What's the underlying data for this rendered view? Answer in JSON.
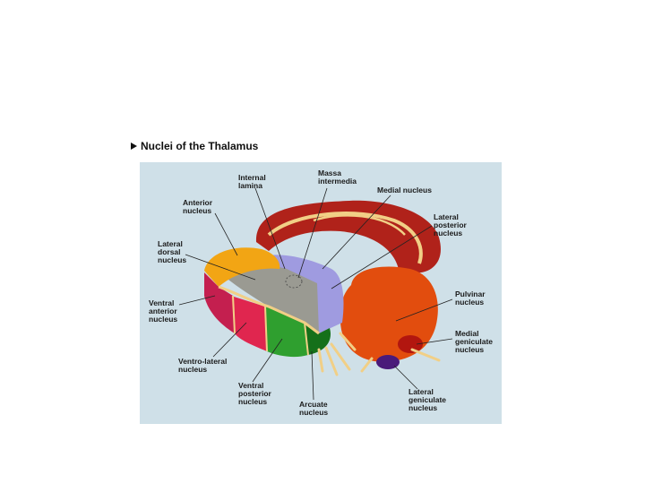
{
  "title": "Nuclei of the Thalamus",
  "labels": {
    "internal_lamina": [
      "Internal",
      "lamina"
    ],
    "massa_intermedia": [
      "Massa",
      "intermedia"
    ],
    "medial_nucleus": [
      "Medial nucleus"
    ],
    "anterior_nucleus": [
      "Anterior",
      "nucleus"
    ],
    "lateral_posterior": [
      "Lateral",
      "posterior",
      "nucleus"
    ],
    "lateral_dorsal": [
      "Lateral",
      "dorsal",
      "nucleus"
    ],
    "pulvinar": [
      "Pulvinar",
      "nucleus"
    ],
    "ventral_anterior": [
      "Ventral",
      "anterior",
      "nucleus"
    ],
    "medial_geniculate": [
      "Medial",
      "geniculate",
      "nucleus"
    ],
    "ventro_lateral": [
      "Ventro-lateral",
      "nucleus"
    ],
    "ventral_posterior": [
      "Ventral",
      "posterior",
      "nucleus"
    ],
    "arcuate": [
      "Arcuate",
      "nucleus"
    ],
    "lateral_geniculate": [
      "Lateral",
      "geniculate",
      "nucleus"
    ]
  },
  "colors": {
    "background": "#cfe0e8",
    "medial_arc": "#b0221a",
    "lamina": "#f1cf86",
    "anterior": "#f2a514",
    "lateral_dorsal": "#9a9a92",
    "medial_purple": "#9f9be0",
    "ventral_anterior": "#c41f4f",
    "ventro_lateral": "#e0264f",
    "ventral_posterior": "#2f9f2f",
    "arcuate": "#15701a",
    "pulvinar": "#e24d0e",
    "lateral_geniculate": "#4a1a7a"
  }
}
